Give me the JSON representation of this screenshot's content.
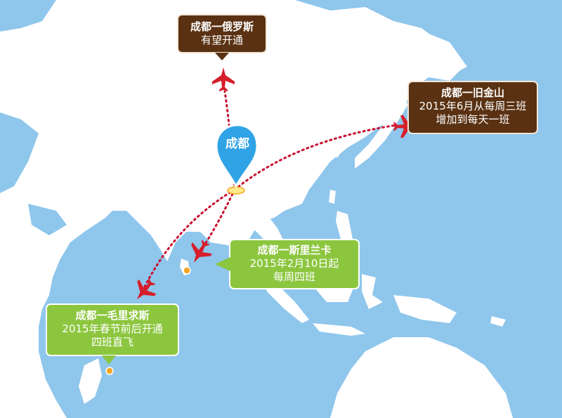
{
  "origin": {
    "label": "成都"
  },
  "routes": [
    {
      "id": "russia",
      "lines": [
        "成都一俄罗斯",
        "有望开通"
      ]
    },
    {
      "id": "sanfrancisco",
      "lines": [
        "成都一旧金山",
        "2015年6月从每周三班",
        "增加到每天一班"
      ]
    },
    {
      "id": "srilanka",
      "lines": [
        "成都一斯里兰卡",
        "2015年2月10日起",
        "每周四班"
      ]
    },
    {
      "id": "mauritius",
      "lines": [
        "成都一毛里求斯",
        "2015年春节前后开通",
        "四班直飞"
      ]
    }
  ],
  "colors": {
    "ocean": "#8fc6ec",
    "land": "#ffffff",
    "route": "#c8102e",
    "brown_bubble": "#5a3213",
    "green_bubble": "#8cc63f",
    "pin": "#2fa3e6",
    "dot": "#f5a623"
  },
  "icons": [
    "airplane-icon",
    "location-pin-icon"
  ]
}
